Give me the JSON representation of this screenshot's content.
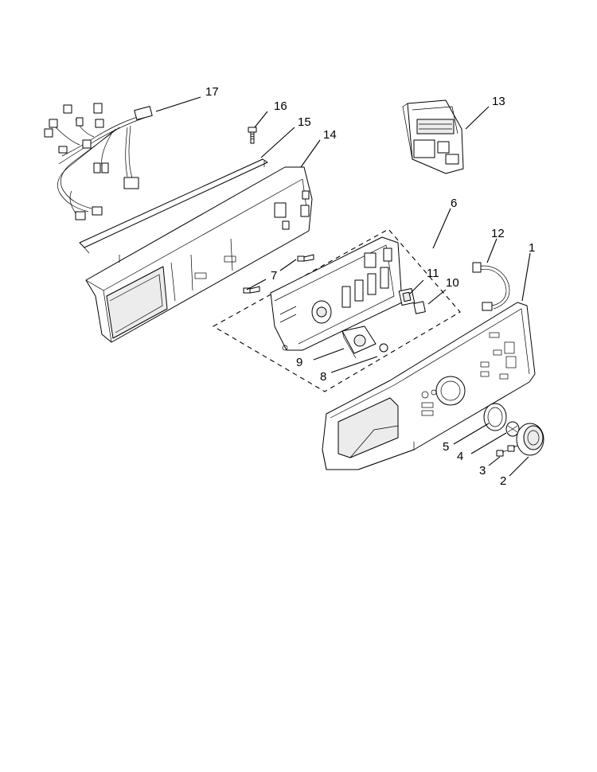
{
  "diagram": {
    "callouts": [
      {
        "id": "c17",
        "text": "17"
      },
      {
        "id": "c16",
        "text": "16"
      },
      {
        "id": "c15",
        "text": "15"
      },
      {
        "id": "c14",
        "text": "14"
      },
      {
        "id": "c13",
        "text": "13"
      },
      {
        "id": "c6",
        "text": "6"
      },
      {
        "id": "c12",
        "text": "12"
      },
      {
        "id": "c1",
        "text": "1"
      },
      {
        "id": "c7",
        "text": "7"
      },
      {
        "id": "c11",
        "text": "11"
      },
      {
        "id": "c10",
        "text": "10"
      },
      {
        "id": "c9",
        "text": "9"
      },
      {
        "id": "c8",
        "text": "8"
      },
      {
        "id": "c5",
        "text": "5"
      },
      {
        "id": "c4",
        "text": "4"
      },
      {
        "id": "c3",
        "text": "3"
      },
      {
        "id": "c2",
        "text": "2"
      }
    ]
  }
}
